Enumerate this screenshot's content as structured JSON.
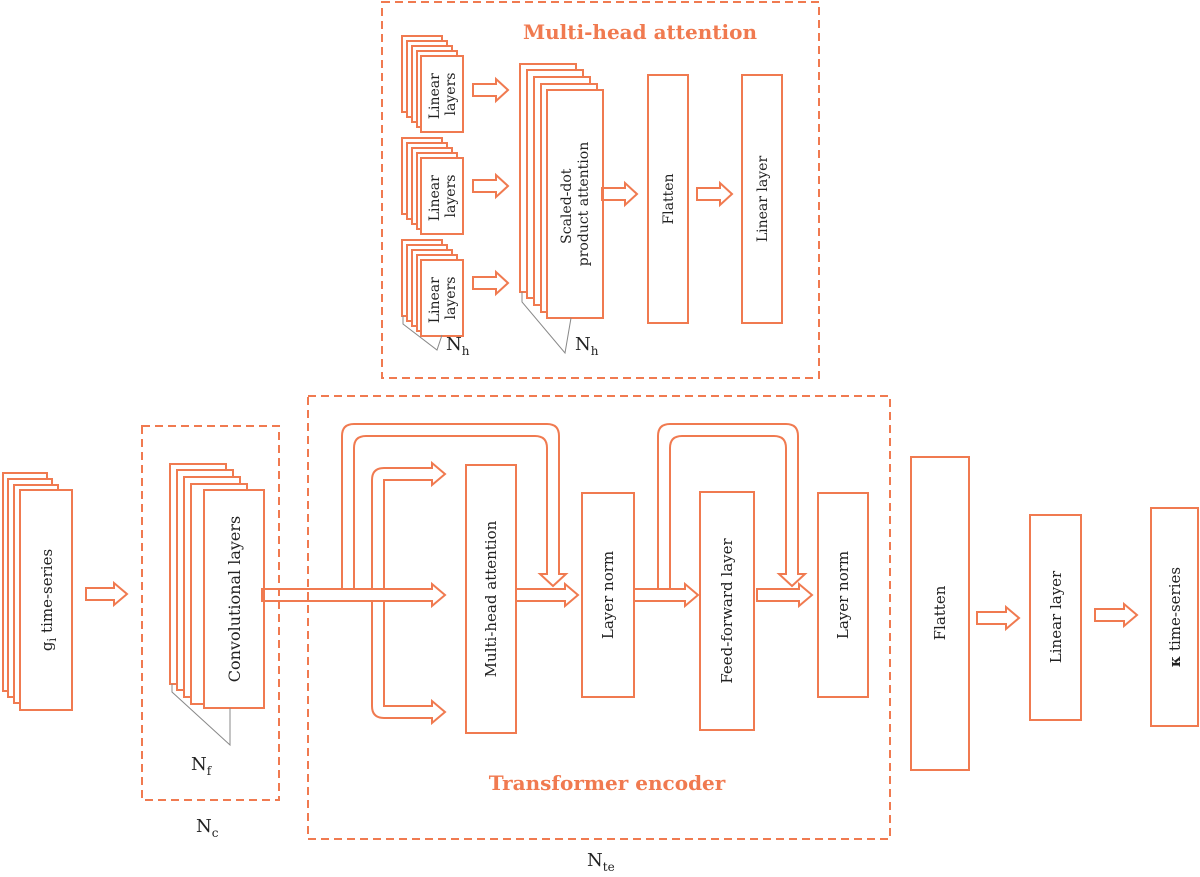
{
  "colors": {
    "accent": "#f07a50",
    "text": "#222222",
    "bracket": "#888888"
  },
  "multihead_box": {
    "title": "Multi-head attention",
    "linear_layers": [
      "Linear",
      "layers"
    ],
    "sdpa": [
      "Scaled-dot",
      "product attention"
    ],
    "flatten": "Flatten",
    "linear_layer": "Linear layer",
    "nh_main": "N",
    "nh_sub": "h"
  },
  "input": {
    "label_main": "g",
    "label_sub": "i",
    "label_rest": " time-series"
  },
  "conv": {
    "label": "Convolutional layers",
    "nf_main": "N",
    "nf_sub": "f",
    "nc_main": "N",
    "nc_sub": "c"
  },
  "encoder": {
    "title": "Transformer encoder",
    "mha": "Multi-head attention",
    "layer_norm": "Layer norm",
    "ffn": "Feed-forward layer",
    "nte_main": "N",
    "nte_sub": "te"
  },
  "output": {
    "flatten": "Flatten",
    "linear": "Linear layer",
    "kappa": "κ",
    "rest": " time-series"
  }
}
